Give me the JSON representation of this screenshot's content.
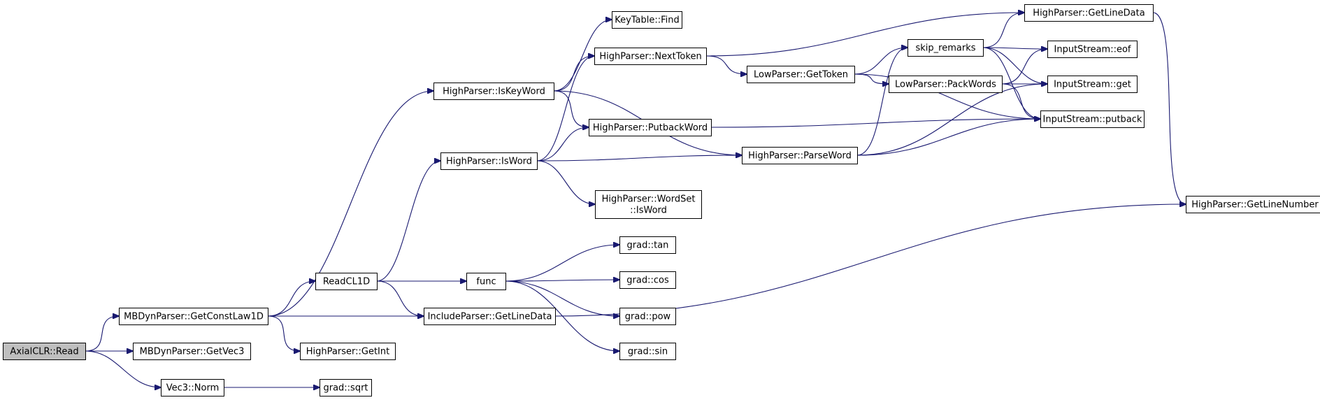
{
  "colors": {
    "edge": "#191970",
    "root_fill": "#bfbfbf",
    "node_fill": "#ffffff",
    "node_border": "#000000"
  },
  "nodes": [
    {
      "id": "axialclr_read",
      "lines": [
        "AxialCLR::Read"
      ],
      "root": true
    },
    {
      "id": "mbdyn_getconstlaw1d",
      "lines": [
        "MBDynParser::GetConstLaw1D"
      ]
    },
    {
      "id": "mbdyn_getvec3",
      "lines": [
        "MBDynParser::GetVec3"
      ]
    },
    {
      "id": "vec3_norm",
      "lines": [
        "Vec3::Norm"
      ]
    },
    {
      "id": "highparser_iskeyword",
      "lines": [
        "HighParser::IsKeyWord"
      ]
    },
    {
      "id": "readcl1d",
      "lines": [
        "ReadCL1D"
      ]
    },
    {
      "id": "includeparser_getlinedata",
      "lines": [
        "IncludeParser::GetLineData"
      ]
    },
    {
      "id": "highparser_getint",
      "lines": [
        "HighParser::GetInt"
      ]
    },
    {
      "id": "grad_sqrt",
      "lines": [
        "grad::sqrt"
      ]
    },
    {
      "id": "keytable_find",
      "lines": [
        "KeyTable::Find"
      ]
    },
    {
      "id": "highparser_nexttoken",
      "lines": [
        "HighParser::NextToken"
      ]
    },
    {
      "id": "highparser_putbackword",
      "lines": [
        "HighParser::PutbackWord"
      ]
    },
    {
      "id": "highparser_isword",
      "lines": [
        "HighParser::IsWord"
      ]
    },
    {
      "id": "highparser_wordset_isword",
      "lines": [
        "HighParser::WordSet",
        "::IsWord"
      ]
    },
    {
      "id": "func",
      "lines": [
        "func"
      ]
    },
    {
      "id": "grad_tan",
      "lines": [
        "grad::tan"
      ]
    },
    {
      "id": "grad_cos",
      "lines": [
        "grad::cos"
      ]
    },
    {
      "id": "grad_pow",
      "lines": [
        "grad::pow"
      ]
    },
    {
      "id": "grad_sin",
      "lines": [
        "grad::sin"
      ]
    },
    {
      "id": "lowparser_gettoken",
      "lines": [
        "LowParser::GetToken"
      ]
    },
    {
      "id": "highparser_parseword",
      "lines": [
        "HighParser::ParseWord"
      ]
    },
    {
      "id": "skip_remarks",
      "lines": [
        "skip_remarks"
      ]
    },
    {
      "id": "lowparser_packwords",
      "lines": [
        "LowParser::PackWords"
      ]
    },
    {
      "id": "highparser_getlinedata",
      "lines": [
        "HighParser::GetLineData"
      ]
    },
    {
      "id": "inputstream_eof",
      "lines": [
        "InputStream::eof"
      ]
    },
    {
      "id": "inputstream_get",
      "lines": [
        "InputStream::get"
      ]
    },
    {
      "id": "inputstream_putback",
      "lines": [
        "InputStream::putback"
      ]
    },
    {
      "id": "highparser_getlinenumber",
      "lines": [
        "HighParser::GetLineNumber"
      ]
    }
  ],
  "edges": [
    [
      "axialclr_read",
      "mbdyn_getconstlaw1d"
    ],
    [
      "axialclr_read",
      "mbdyn_getvec3"
    ],
    [
      "axialclr_read",
      "vec3_norm"
    ],
    [
      "mbdyn_getconstlaw1d",
      "highparser_iskeyword"
    ],
    [
      "mbdyn_getconstlaw1d",
      "readcl1d"
    ],
    [
      "mbdyn_getconstlaw1d",
      "includeparser_getlinedata"
    ],
    [
      "mbdyn_getconstlaw1d",
      "highparser_getint"
    ],
    [
      "vec3_norm",
      "grad_sqrt"
    ],
    [
      "highparser_iskeyword",
      "keytable_find"
    ],
    [
      "highparser_iskeyword",
      "highparser_nexttoken"
    ],
    [
      "highparser_iskeyword",
      "highparser_putbackword"
    ],
    [
      "highparser_iskeyword",
      "highparser_parseword"
    ],
    [
      "readcl1d",
      "highparser_isword"
    ],
    [
      "readcl1d",
      "func"
    ],
    [
      "readcl1d",
      "includeparser_getlinedata"
    ],
    [
      "highparser_isword",
      "highparser_nexttoken"
    ],
    [
      "highparser_isword",
      "highparser_putbackword"
    ],
    [
      "highparser_isword",
      "highparser_parseword"
    ],
    [
      "highparser_isword",
      "highparser_wordset_isword"
    ],
    [
      "func",
      "grad_tan"
    ],
    [
      "func",
      "grad_cos"
    ],
    [
      "func",
      "grad_pow"
    ],
    [
      "func",
      "grad_sin"
    ],
    [
      "includeparser_getlinedata",
      "highparser_getlinenumber"
    ],
    [
      "highparser_nexttoken",
      "highparser_getlinedata"
    ],
    [
      "highparser_nexttoken",
      "lowparser_gettoken"
    ],
    [
      "highparser_putbackword",
      "inputstream_putback"
    ],
    [
      "lowparser_gettoken",
      "skip_remarks"
    ],
    [
      "lowparser_gettoken",
      "lowparser_packwords"
    ],
    [
      "lowparser_gettoken",
      "inputstream_putback"
    ],
    [
      "highparser_parseword",
      "skip_remarks"
    ],
    [
      "highparser_parseword",
      "inputstream_get"
    ],
    [
      "highparser_parseword",
      "inputstream_putback"
    ],
    [
      "skip_remarks",
      "highparser_getlinedata"
    ],
    [
      "skip_remarks",
      "inputstream_eof"
    ],
    [
      "skip_remarks",
      "inputstream_get"
    ],
    [
      "skip_remarks",
      "inputstream_putback"
    ],
    [
      "lowparser_packwords",
      "inputstream_eof"
    ],
    [
      "lowparser_packwords",
      "inputstream_get"
    ],
    [
      "lowparser_packwords",
      "inputstream_putback"
    ],
    [
      "highparser_getlinedata",
      "highparser_getlinenumber"
    ]
  ]
}
